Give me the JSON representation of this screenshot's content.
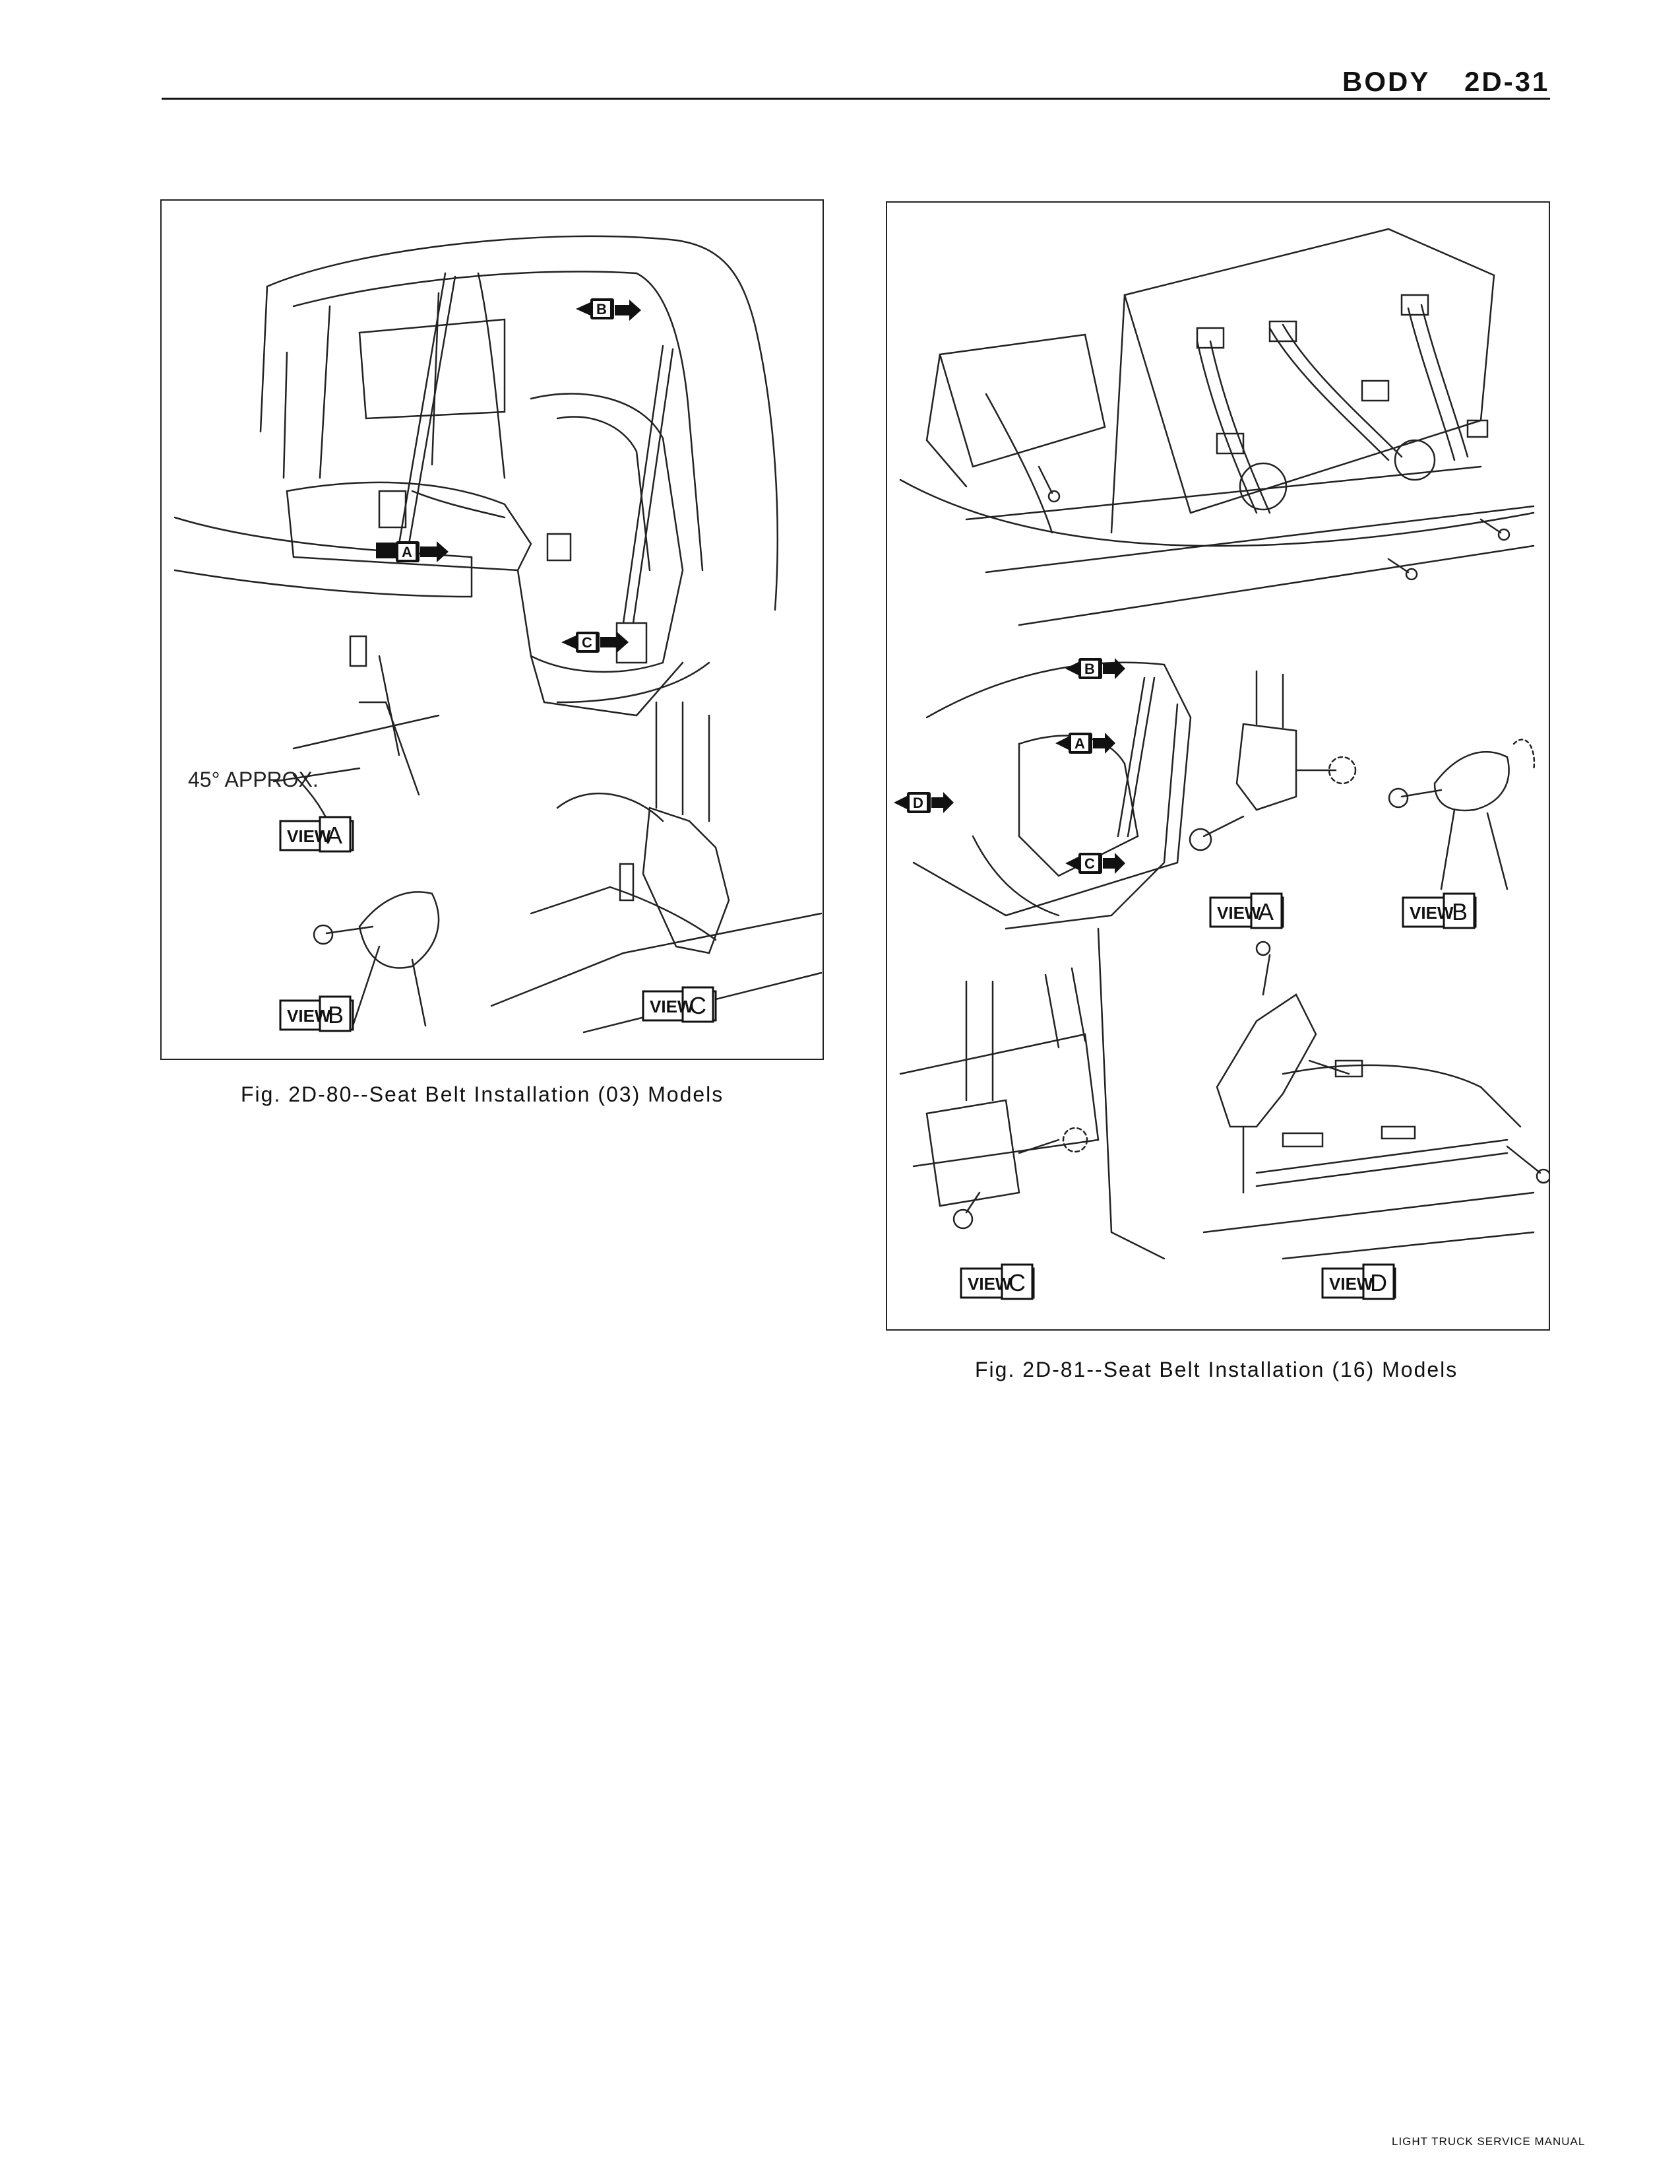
{
  "header": {
    "section": "BODY",
    "page": "2D-31"
  },
  "figure1": {
    "caption": "Fig. 2D-80--Seat Belt Installation (03) Models",
    "angle_label": "45° APPROX.",
    "view_word": "VIEW",
    "arrows": [
      "A",
      "B",
      "C"
    ],
    "views": [
      "A",
      "B",
      "C"
    ]
  },
  "figure2": {
    "caption": "Fig. 2D-81--Seat Belt Installation (16) Models",
    "view_word": "VIEW",
    "arrows": [
      "A",
      "B",
      "C",
      "D"
    ],
    "views": [
      "A",
      "B",
      "C",
      "D"
    ]
  },
  "footer": {
    "manual": "LIGHT TRUCK SERVICE MANUAL"
  }
}
